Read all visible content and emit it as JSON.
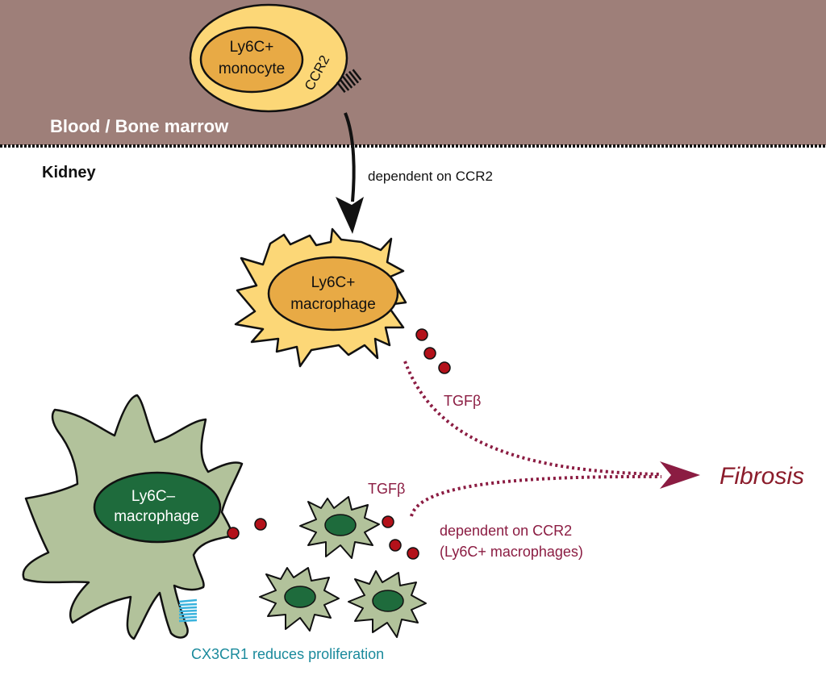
{
  "regions": {
    "blood": "Blood / Bone marrow",
    "kidney": "Kidney"
  },
  "cells": {
    "monocyte": {
      "line1": "Ly6C+",
      "line2": "monocyte",
      "receptor": "CCR2"
    },
    "macrophage_pos": {
      "line1": "Ly6C+",
      "line2": "macrophage"
    },
    "macrophage_neg": {
      "line1": "Ly6C–",
      "line2": "macrophage"
    }
  },
  "labels": {
    "migration": "dependent on CCR2",
    "tgfb_upper": "TGFβ",
    "tgfb_lower": "TGFβ",
    "fibrosis": "Fibrosis",
    "ccr2_dep_line1": "dependent on CCR2",
    "ccr2_dep_line2": "(Ly6C+ macrophages)",
    "cx3cr1": "CX3CR1 reduces proliferation"
  },
  "colors": {
    "blood_bg": "#9e7f79",
    "monocyte_fill": "#fcd777",
    "nucleus_orange": "#e8aa45",
    "green_cell": "#b2c29b",
    "green_nucleus": "#1e6b3c",
    "tgfb_dot": "#b3111a",
    "maroon": "#8b1c42",
    "fibrosis": "#8b1c2b",
    "teal": "#1a8a9c",
    "cx3cr1_receptor": "#3ab3dd"
  }
}
